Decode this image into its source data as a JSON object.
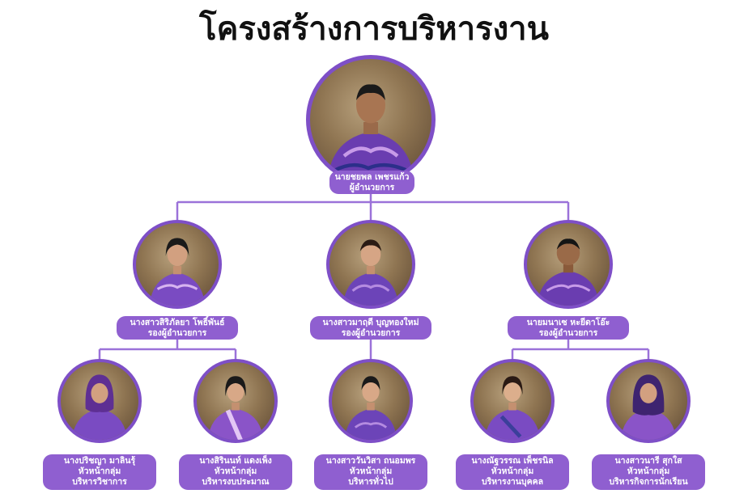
{
  "title": "โครงสร้างการบริหารงาน",
  "colors": {
    "accent": "#8f5fd0",
    "line": "#9b72d9",
    "ring": "#7e4fc7"
  },
  "director": {
    "name": "นายชยพล เพชรแก้ว",
    "role": "ผู้อำนวยการ"
  },
  "deputies": [
    {
      "name": "นางสาวสิริภัลยา โพธิ์พันธ์",
      "role": "รองผู้อำนวยการ"
    },
    {
      "name": "นางสาวมาฤดี บุญทองใหม่",
      "role": "รองผู้อำนวยการ"
    },
    {
      "name": "นายมนาเซ หะยีดาโอ๊ะ",
      "role": "รองผู้อำนวยการ"
    }
  ],
  "heads": [
    {
      "name": "นางปริชญา มาลินรุ้",
      "role": "หัวหน้ากลุ่ม",
      "dept": "บริหารวิชาการ"
    },
    {
      "name": "นางสิรินนท์ แดงเพ็ง",
      "role": "หัวหน้ากลุ่ม",
      "dept": "บริหารงบประมาณ"
    },
    {
      "name": "นางสาววันวิสา ถนอมพร",
      "role": "หัวหน้ากลุ่ม",
      "dept": "บริหารทั่วไป"
    },
    {
      "name": "นางณัฐวรรณ เพ็ชรนิล",
      "role": "หัวหน้ากลุ่ม",
      "dept": "บริหารงานบุคคล"
    },
    {
      "name": "นางสาวนารี สุกใส",
      "role": "หัวหน้ากลุ่ม",
      "dept": "บริหารกิจการนักเรียน"
    }
  ]
}
